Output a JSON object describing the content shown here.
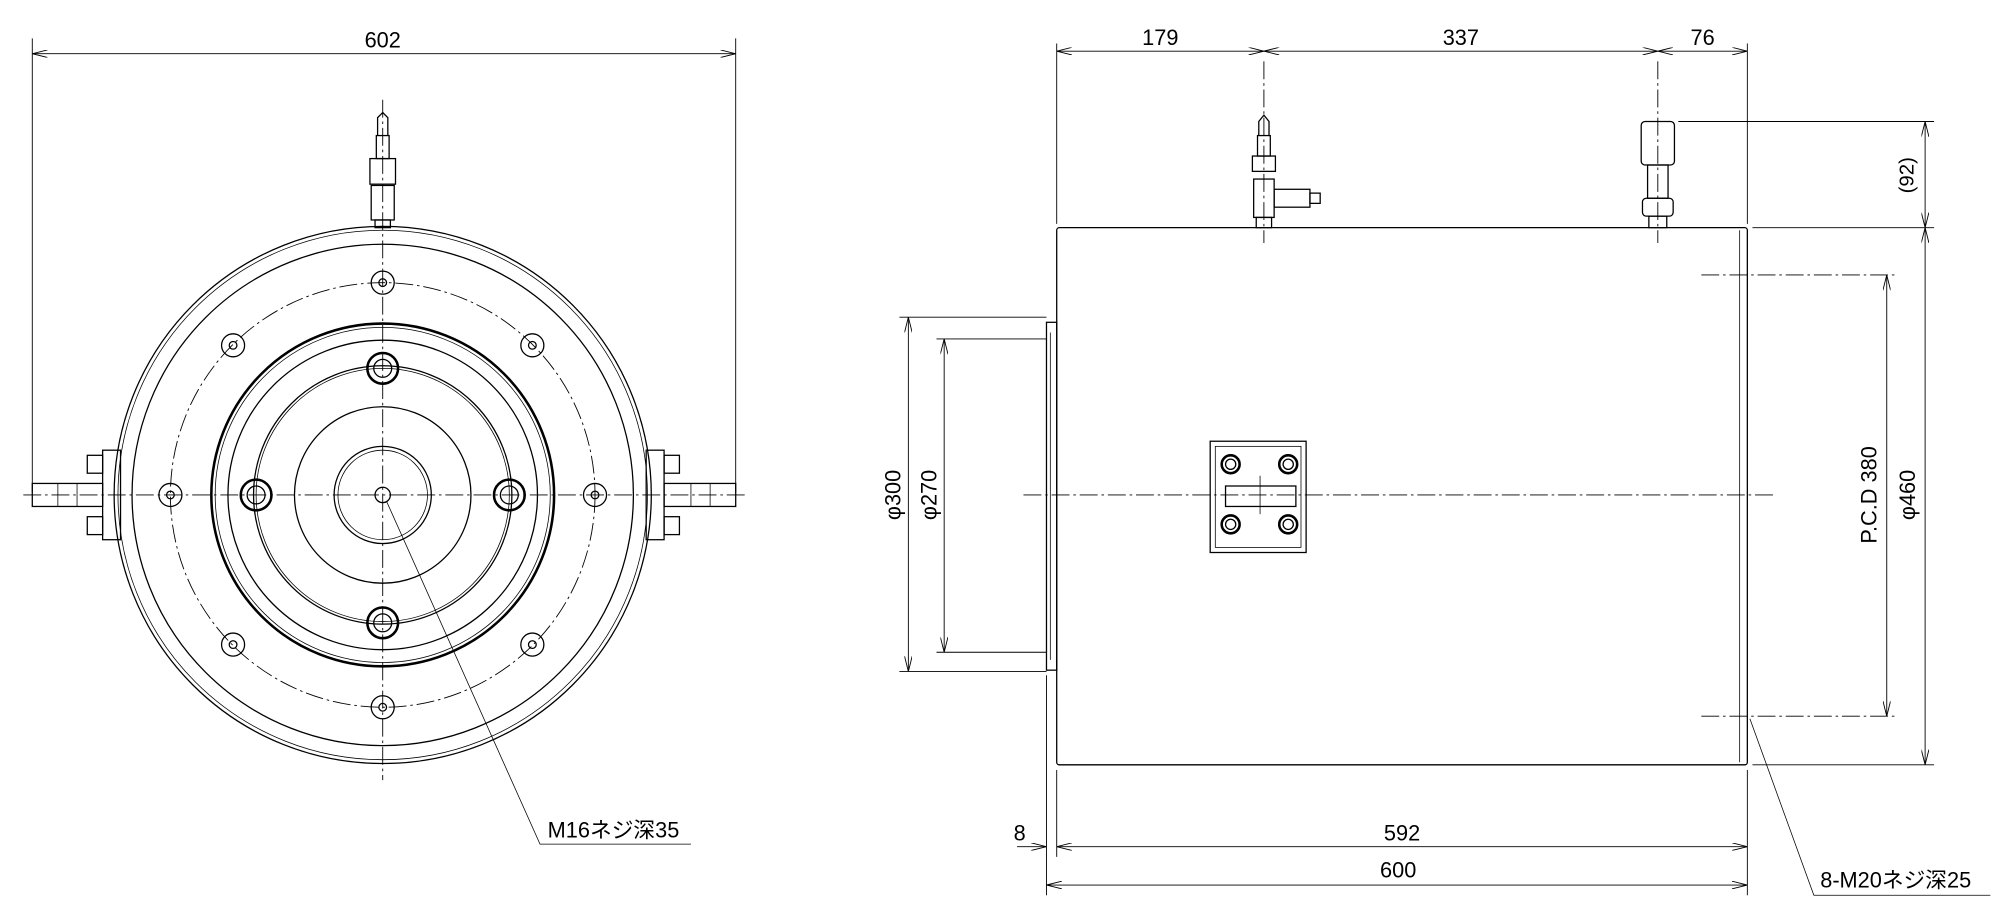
{
  "front_view": {
    "overall_width": "602",
    "center_thread_note": "M16ネジ深35"
  },
  "side_view": {
    "dim_fitting1_offset": "179",
    "dim_fitting_spacing": "337",
    "dim_fitting2_offset": "76",
    "dim_fitting_height": "(92)",
    "dim_boss_diameter": "φ300",
    "dim_boss_inner_diameter": "φ270",
    "dim_pcd": "P.C.D 380",
    "dim_body_diameter": "φ460",
    "dim_boss_length": "8",
    "dim_body_length": "592",
    "dim_overall_length": "600",
    "bolt_thread_note": "8-M20ネジ深25"
  },
  "colors": {
    "line": "#000000",
    "background": "#ffffff"
  }
}
